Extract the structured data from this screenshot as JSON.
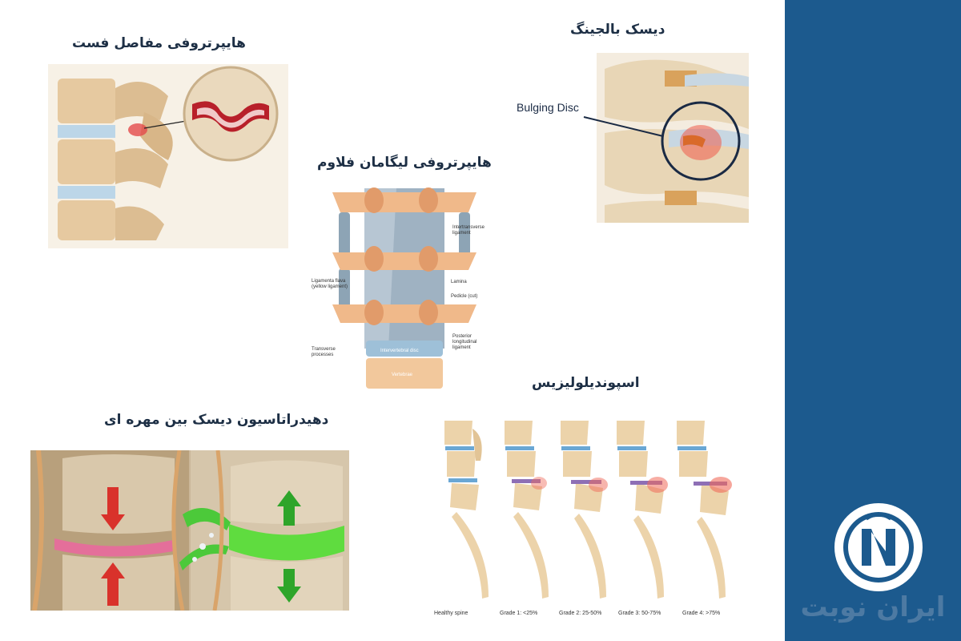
{
  "titles": {
    "facet": "هایپرتروفی مفاصل فست",
    "bulging": "دیسک بالجینگ",
    "flavum": "هایپرتروفی لیگامان فلاوم",
    "spondy": "اسپوندیلولیزیس",
    "dehydration": "دهیدراتاسیون دیسک بین مهره ای"
  },
  "bulging_label": "Bulging Disc",
  "flavum_labels": {
    "intertransverse": "Intertransverse",
    "intertransverse2": "ligament",
    "flava": "Ligamenta flava",
    "flava2": "(yellow ligament)",
    "lamina": "Lamina",
    "pedicle": "Pedicle (cut)",
    "posterior": "Posterior",
    "posterior2": "longitudinal",
    "posterior3": "ligament",
    "transverse": "Transverse",
    "transverse2": "processes",
    "disc": "Intervertebral disc",
    "vertebrae": "Vertebrae"
  },
  "spondy_grades": [
    "Healthy spine",
    "Grade 1: <25%",
    "Grade 2: 25-50%",
    "Grade 3: 50-75%",
    "Grade 4: >75%"
  ],
  "brand": "ایران نوبت",
  "colors": {
    "sidebar": "#1c5a8e",
    "title": "#1d2f45",
    "bone": "#e9cfa8",
    "disc": "#b8d3e6"
  }
}
